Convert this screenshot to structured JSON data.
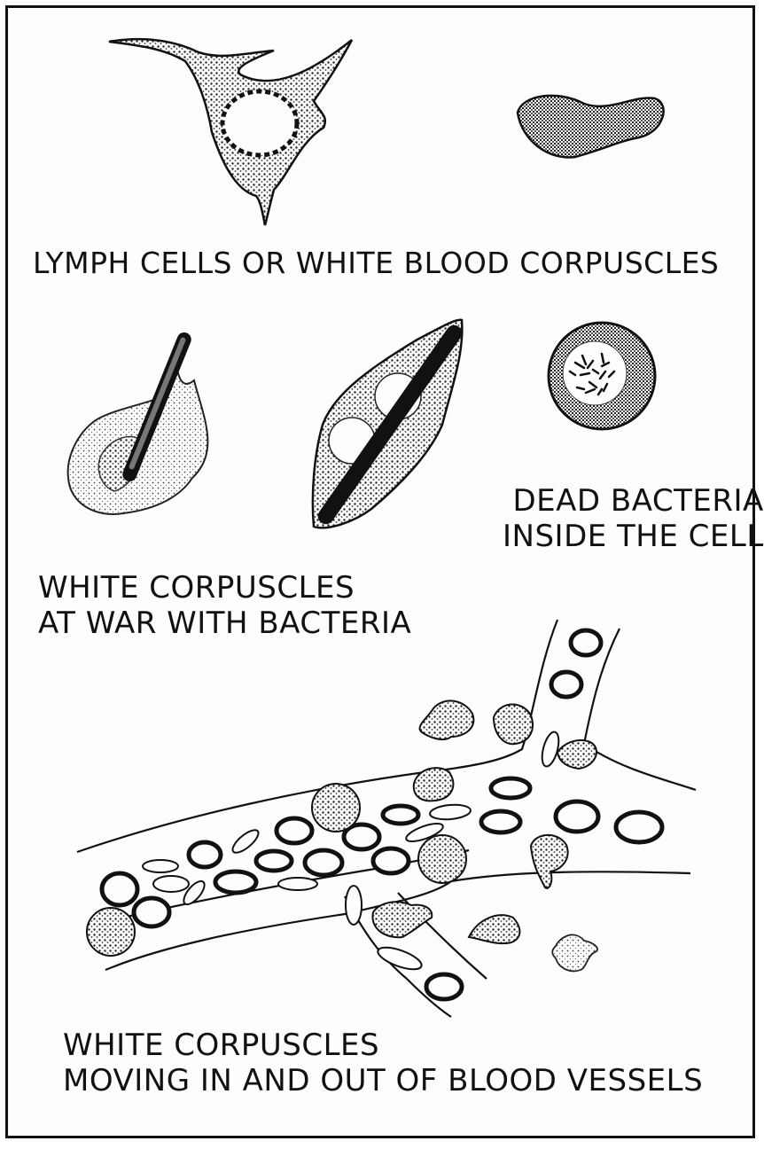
{
  "captions": {
    "lymph": "LYMPH CELLS OR WHITE BLOOD CORPUSCLES",
    "war": [
      "WHITE CORPUSCLES",
      "AT WAR WITH BACTERIA"
    ],
    "dead": [
      "DEAD BACTERIA",
      "INSIDE THE CELL"
    ],
    "vessels": [
      "WHITE CORPUSCLES",
      "MOVING IN AND OUT OF BLOOD VESSELS"
    ]
  },
  "colors": {
    "ink": "#111111",
    "paper": "#fdfdfb",
    "stipple": "#2a2a2a"
  }
}
